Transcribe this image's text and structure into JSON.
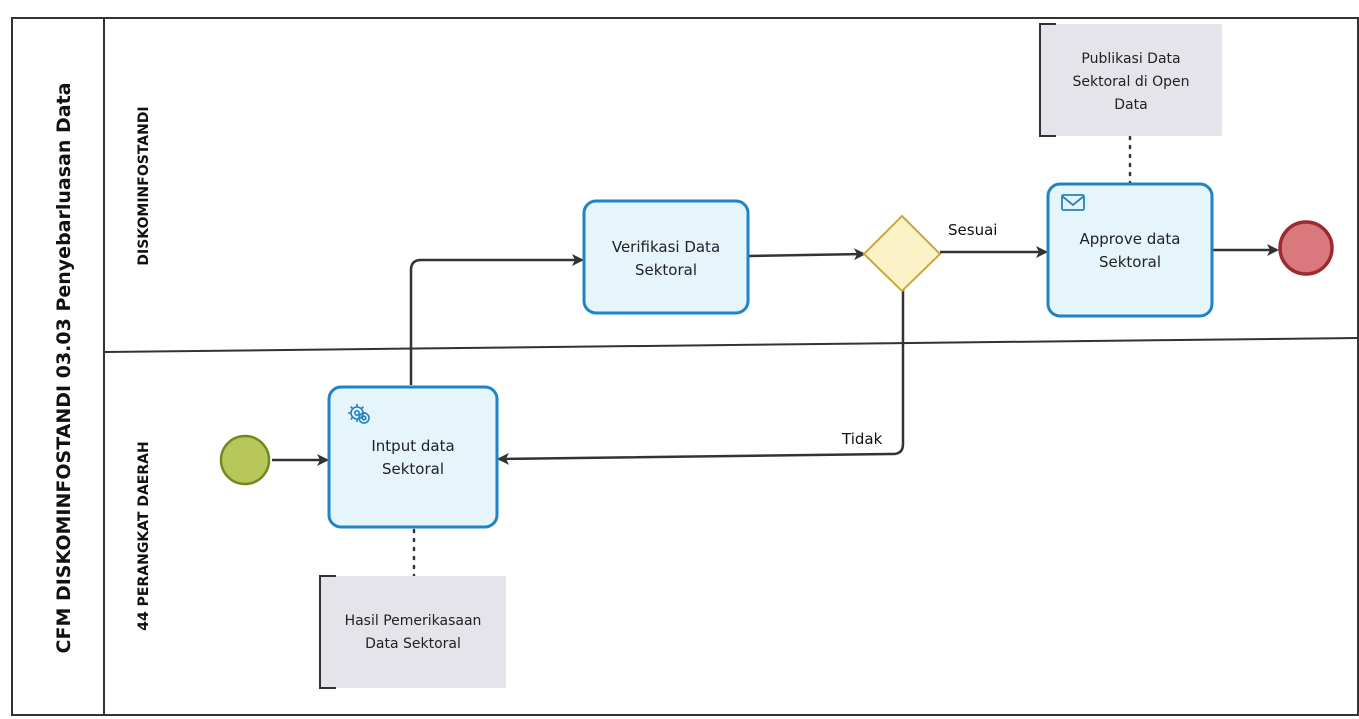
{
  "pool": {
    "title": "CFM DISKOMINFOSTANDI 03.03 Penyebarluasan Data"
  },
  "lanes": [
    {
      "id": "lane-top",
      "label": "DISKOMINFOSTANDI"
    },
    {
      "id": "lane-bottom",
      "label": "44 PERANGKAT DAERAH"
    }
  ],
  "tasks": {
    "input": {
      "lines": [
        "Intput data",
        "Sektoral"
      ],
      "marker": "gear-icon"
    },
    "verify": {
      "lines": [
        "Verifikasi Data",
        "Sektoral"
      ],
      "marker": ""
    },
    "approve": {
      "lines": [
        "Approve data",
        "Sektoral"
      ],
      "marker": "envelope-icon"
    }
  },
  "annotations": {
    "result": {
      "lines": [
        "Hasil Pemerikasaan",
        "Data Sektoral"
      ]
    },
    "publish": {
      "lines": [
        "Publikasi Data",
        "Sektoral di Open",
        "Data"
      ]
    }
  },
  "gateway": {
    "type": "exclusive"
  },
  "flow_labels": {
    "yes": "Sesuai",
    "no": "Tidak"
  },
  "colors": {
    "task_fill": "#e6f4fb",
    "task_stroke": "#1f84c6",
    "start_fill": "#b7c75a",
    "start_stroke": "#6f8a1e",
    "end_fill": "#d9797d",
    "end_stroke": "#9c2b2f",
    "gateway_fill": "#fbf3c7",
    "gateway_stroke": "#c9a93a",
    "annotation_fill": "#e4e4ea",
    "line": "#333333"
  }
}
